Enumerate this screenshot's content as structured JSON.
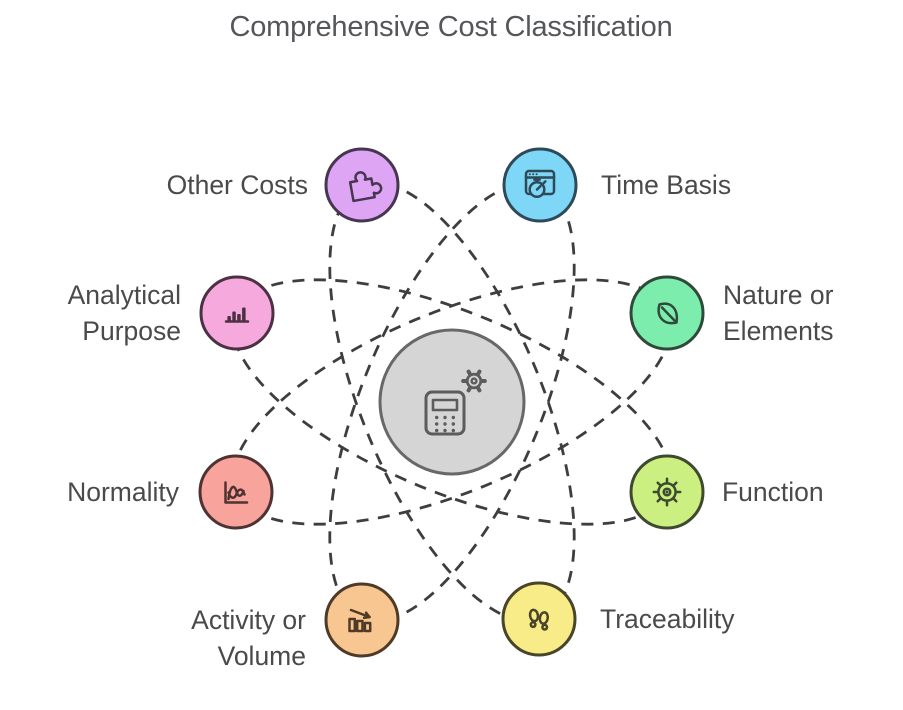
{
  "title": "Comprehensive Cost Classification",
  "colors": {
    "background": "#FFFFFF",
    "title_text": "#55565A",
    "label_text": "#4A4A4B",
    "orbit_stroke": "#3E3E3E"
  },
  "center_hub": {
    "icon": "calculator-gear-icon",
    "fill": "#D5D5D5",
    "stroke": "#686868",
    "icon_stroke": "#5C5C5C"
  },
  "nodes": [
    {
      "id": "other-costs",
      "lines": [
        "Other Costs"
      ],
      "icon": "puzzle-icon",
      "fill": "#DDA5F4",
      "stroke": "#463650"
    },
    {
      "id": "time-basis",
      "lines": [
        "Time Basis"
      ],
      "icon": "browser-timer-icon",
      "fill": "#7ED7F7",
      "stroke": "#2E4A59"
    },
    {
      "id": "analytical-purpose",
      "lines": [
        "Analytical",
        "Purpose"
      ],
      "icon": "bar-chart-icon",
      "fill": "#F6A9DC",
      "stroke": "#4C3044"
    },
    {
      "id": "nature-or-elements",
      "lines": [
        "Nature or",
        "Elements"
      ],
      "icon": "leaf-icon",
      "fill": "#7DEDAD",
      "stroke": "#2F4A3B"
    },
    {
      "id": "normality",
      "lines": [
        "Normality"
      ],
      "icon": "wave-chart-icon",
      "fill": "#F8A39C",
      "stroke": "#4F3332"
    },
    {
      "id": "function",
      "lines": [
        "Function"
      ],
      "icon": "gear-sun-icon",
      "fill": "#CBEF80",
      "stroke": "#3E4A2E"
    },
    {
      "id": "activity-or-volume",
      "lines": [
        "Activity or",
        "Volume"
      ],
      "icon": "declining-bars-icon",
      "fill": "#F8C690",
      "stroke": "#4E3A26"
    },
    {
      "id": "traceability",
      "lines": [
        "Traceability"
      ],
      "icon": "footprints-icon",
      "fill": "#F7EC87",
      "stroke": "#4A4429"
    }
  ]
}
